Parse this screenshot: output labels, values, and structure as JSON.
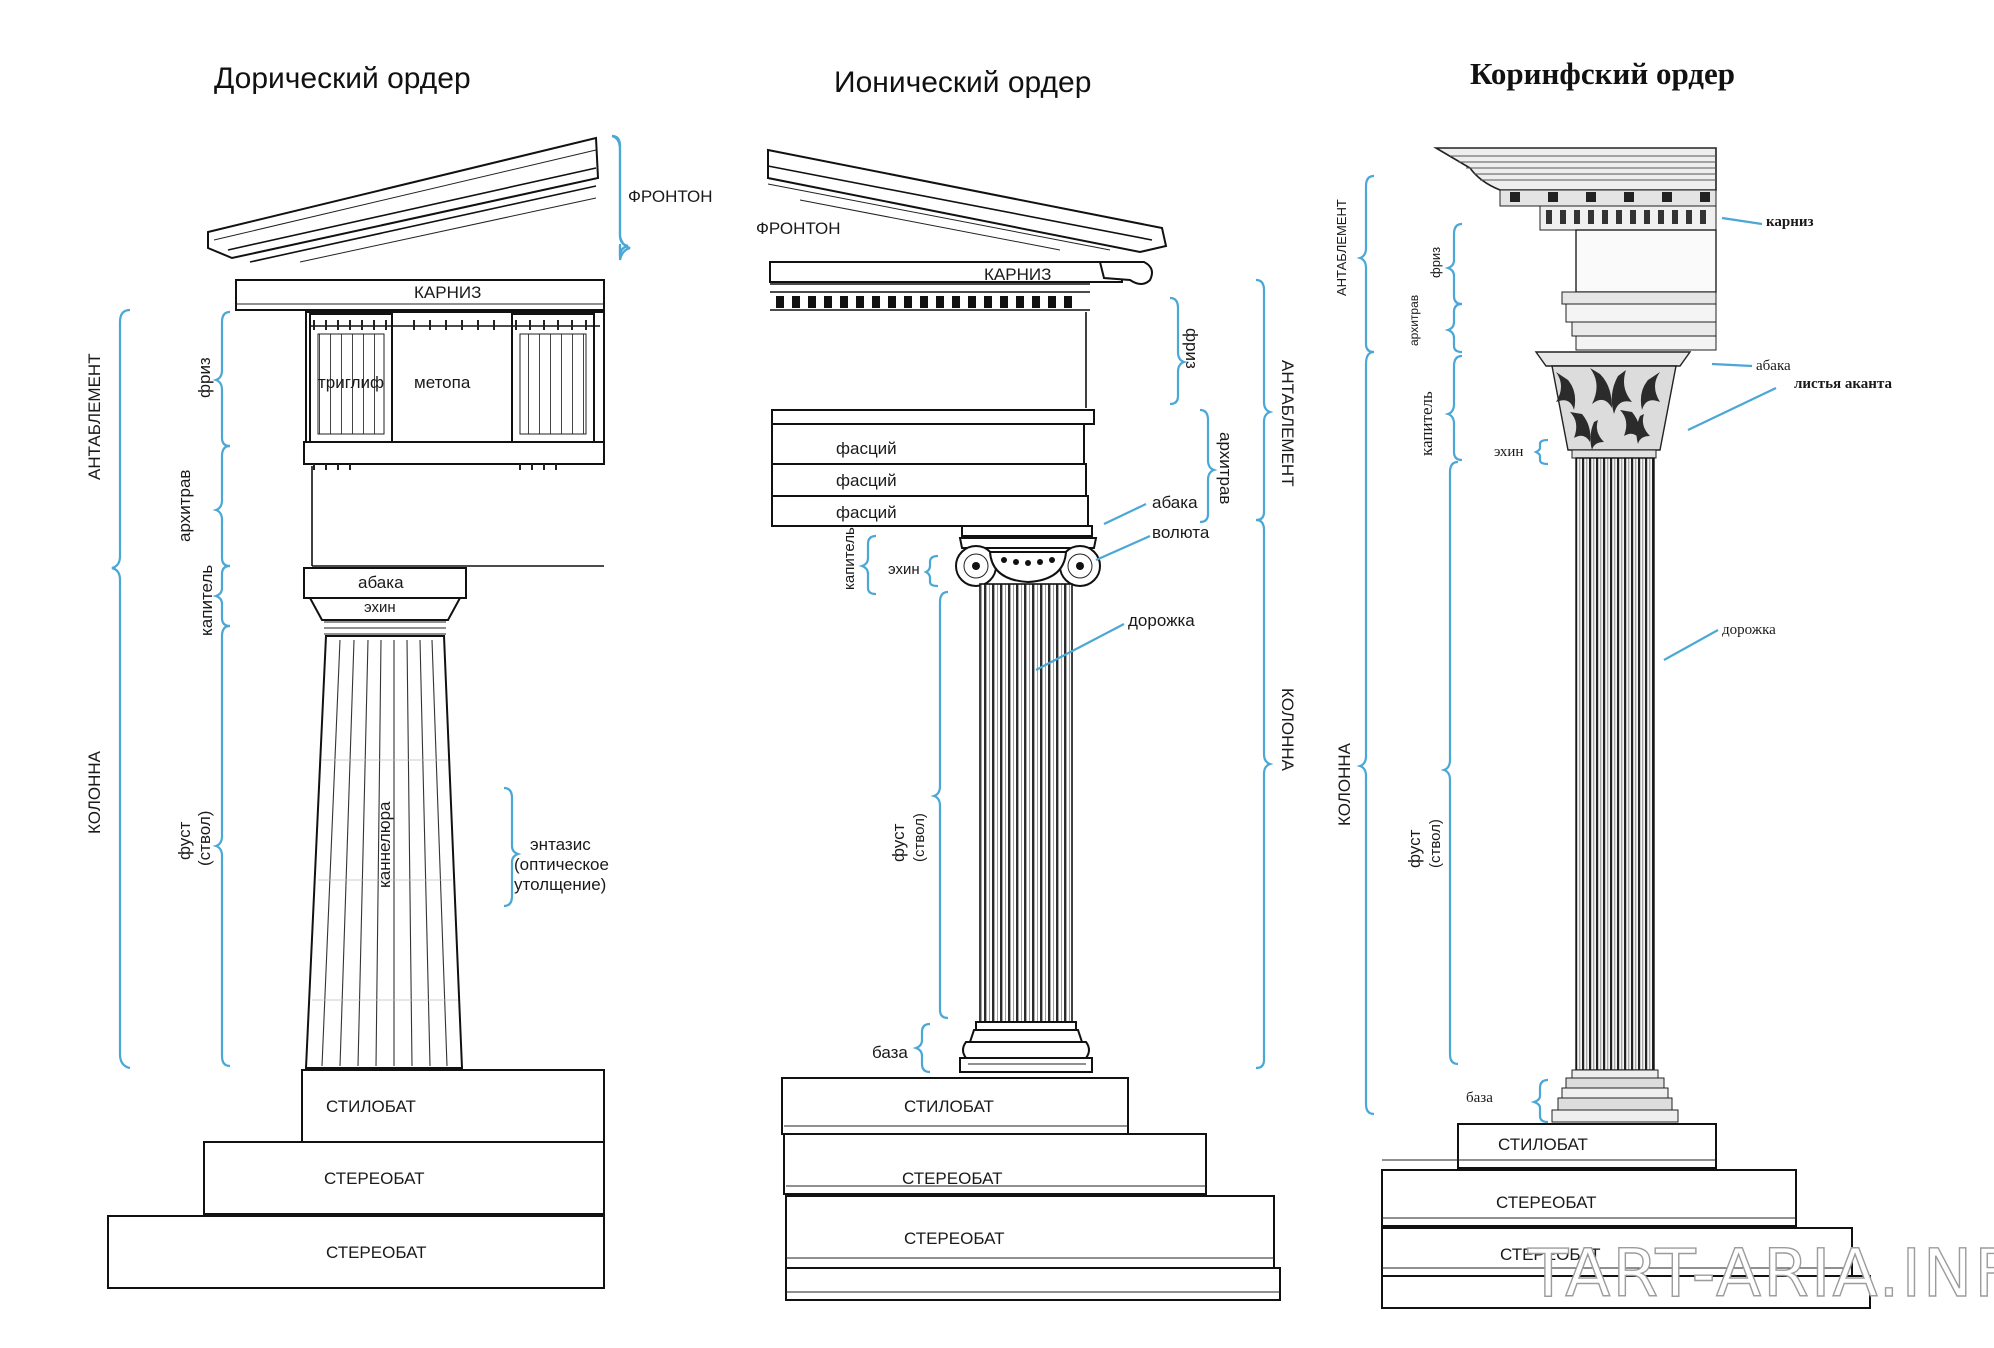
{
  "orders": {
    "doric": {
      "title": "Дорический ордер",
      "labels": {
        "fronton": "ФРОНТОН",
        "karniz": "КАРНИЗ",
        "triglif": "триглиф",
        "metopa": "метопа",
        "friz": "фриз",
        "arhitrav": "архитрав",
        "antablement": "АНТАБЛЕМЕНТ",
        "abaka": "абака",
        "ehin": "эхин",
        "kapitel": "капитель",
        "kolonna": "КОЛОННА",
        "fust": "фуст",
        "stvol": "(ствол)",
        "kannelyura": "каннелюра",
        "entazis_1": "энтазис",
        "entazis_2": "(оптическое",
        "entazis_3": "утолщение)",
        "stilobat": "СТИЛОБАТ",
        "stereobat_1": "СТЕРЕОБАТ",
        "stereobat_2": "СТЕРЕОБАТ"
      }
    },
    "ionic": {
      "title": "Ионический ордер",
      "labels": {
        "fronton": "ФРОНТОН",
        "karniz": "КАРНИЗ",
        "friz": "фриз",
        "antablement": "АНТАБЛЕМЕНТ",
        "arhitrav": "архитрав",
        "fasciy_1": "фасций",
        "fasciy_2": "фасций",
        "fasciy_3": "фасций",
        "abaka": "абака",
        "voluta": "волюта",
        "kapitel": "капитель",
        "ehin": "эхин",
        "dorozhka": "дорожка",
        "kolonna": "КОЛОННА",
        "fust": "фуст",
        "stvol": "(ствол)",
        "baza": "база",
        "stilobat": "СТИЛОБАТ",
        "stereobat_1": "СТЕРЕОБАТ",
        "stereobat_2": "СТЕРЕОБАТ"
      }
    },
    "corinthian": {
      "title": "Коринфский ордер",
      "labels": {
        "karniz": "карниз",
        "antablement": "АНТАБЛЕМЕНТ",
        "friz": "фриз",
        "arhitrav": "архитрав",
        "abaka": "абака",
        "listya": "листья аканта",
        "kapitel": "капитель",
        "ehin": "эхин",
        "dorozhka": "дорожка",
        "kolonna": "КОЛОННА",
        "fust": "фуст",
        "stvol": "(ствол)",
        "baza": "база",
        "stilobat": "СТИЛОБАТ",
        "stereobat_1": "СТЕРЕОБАТ",
        "stereobat_2": "СТЕРЕОБАТ"
      }
    }
  },
  "watermark": "TART-ARIA.INFO",
  "colors": {
    "bracket": "#4aa7d6",
    "ink": "#111111",
    "paper": "#ffffff"
  }
}
